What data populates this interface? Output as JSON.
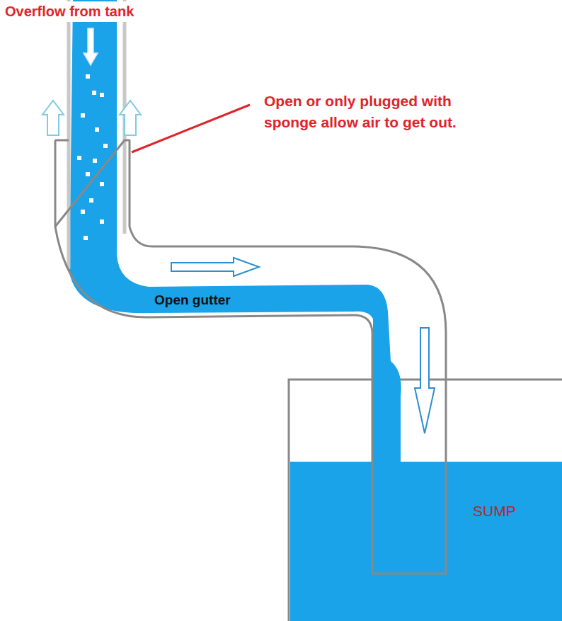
{
  "diagram": {
    "labels": [
      "Overflow from tank",
      "Open or only plugged with sponge allow air to get out.",
      "Open gutter",
      "SUMP"
    ]
  }
}
